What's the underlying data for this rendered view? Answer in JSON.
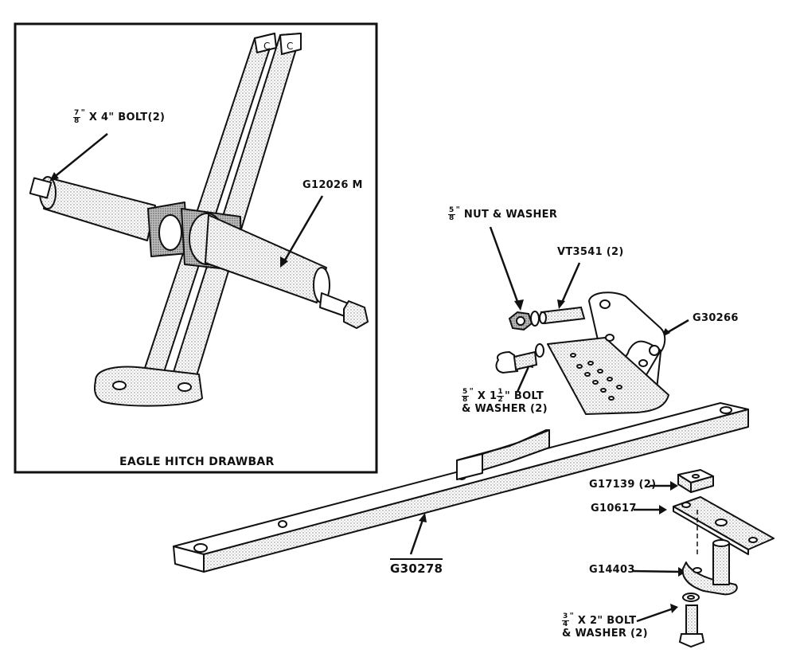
{
  "inset": {
    "caption": "EAGLE HITCH DRAWBAR"
  },
  "callouts": {
    "bolt_7_8": {
      "frac_num": "7",
      "frac_den": "8",
      "quote": "\"",
      "rest": "X 4\" BOLT(2)"
    },
    "g12026m": "G12026 M",
    "nut_5_8": {
      "frac_num": "5",
      "frac_den": "8",
      "quote": "\"",
      "rest": "NUT & WASHER"
    },
    "vt3541": "VT3541 (2)",
    "g30266": "G30266",
    "bolt_5_8": {
      "frac_num": "5",
      "frac_den": "8",
      "quote": "\"",
      "mid": "X 1",
      "frac2_num": "1",
      "frac2_den": "2",
      "rest": "\" BOLT",
      "line2": "& WASHER (2)"
    },
    "g17139": "G17139 (2)",
    "g10617": "G10617",
    "g14403": "G14403",
    "g30278": "G30278",
    "bolt_3_4": {
      "frac_num": "3",
      "frac_den": "4",
      "quote": "\"",
      "rest": "X 2\" BOLT",
      "line2": "& WASHER (2)"
    }
  }
}
